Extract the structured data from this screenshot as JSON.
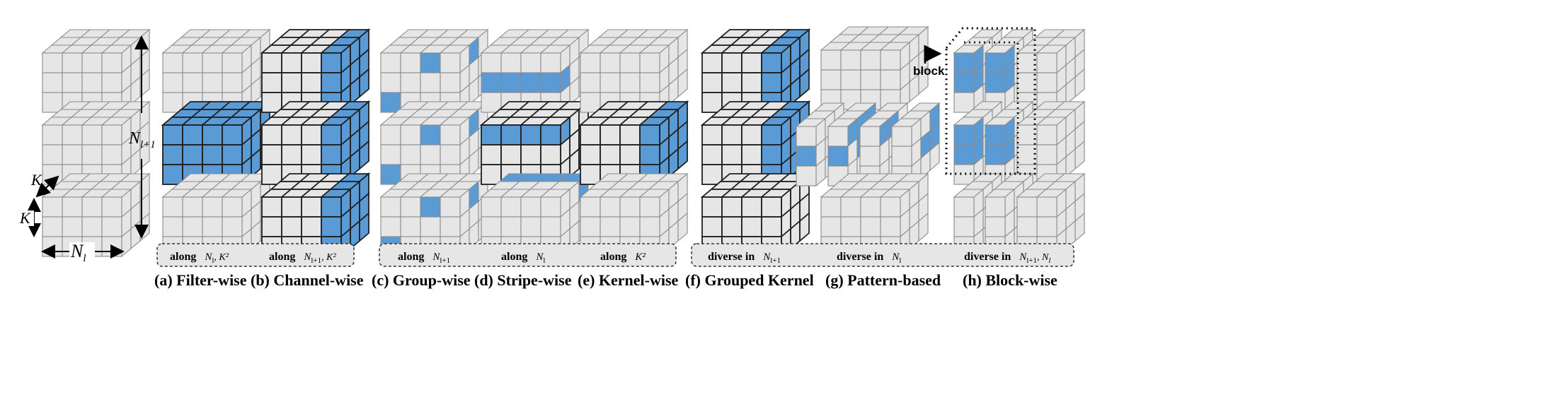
{
  "dims": {
    "N_l": "N",
    "N_l_sub": "l",
    "N_l1": "N",
    "N_l1_sub": "l+1",
    "K": "K"
  },
  "colors": {
    "cube_face": "#e6e6e6",
    "highlight": "#5b9bd5",
    "edge_light": "#8a8a8a",
    "edge_dark": "#1f1f1f",
    "background": "#ffffff",
    "group_box_fill": "#e6e6e6"
  },
  "groups": [
    {
      "items": [
        {
          "main": "along",
          "math": "N",
          "sub": "l",
          "extra": ", K²"
        },
        {
          "main": "along",
          "math": "N",
          "sub": "l+1",
          "extra": ", K²"
        }
      ]
    },
    {
      "items": [
        {
          "main": "along",
          "math": "N",
          "sub": "l+1",
          "extra": ""
        },
        {
          "main": "along",
          "math": "N",
          "sub": "l",
          "extra": ""
        },
        {
          "main": "along",
          "math": "K²",
          "sub": "",
          "extra": ""
        }
      ]
    },
    {
      "items": [
        {
          "main": "diverse in",
          "math": "N",
          "sub": "l+1",
          "extra": ""
        },
        {
          "main": "diverse in",
          "math": "N",
          "sub": "l",
          "extra": ""
        },
        {
          "main": "diverse in",
          "math": "N",
          "sub": "l+1",
          "extra": ", N",
          "sub2": "l"
        }
      ]
    }
  ],
  "captions": [
    "(a) Filter-wise",
    "(b) Channel-wise",
    "(c) Group-wise",
    "(d) Stripe-wise",
    "(e) Kernel-wise",
    "(f) Grouped Kernel",
    "(g) Pattern-based",
    "(h) Block-wise"
  ],
  "annotations": {
    "block_label": "block"
  }
}
